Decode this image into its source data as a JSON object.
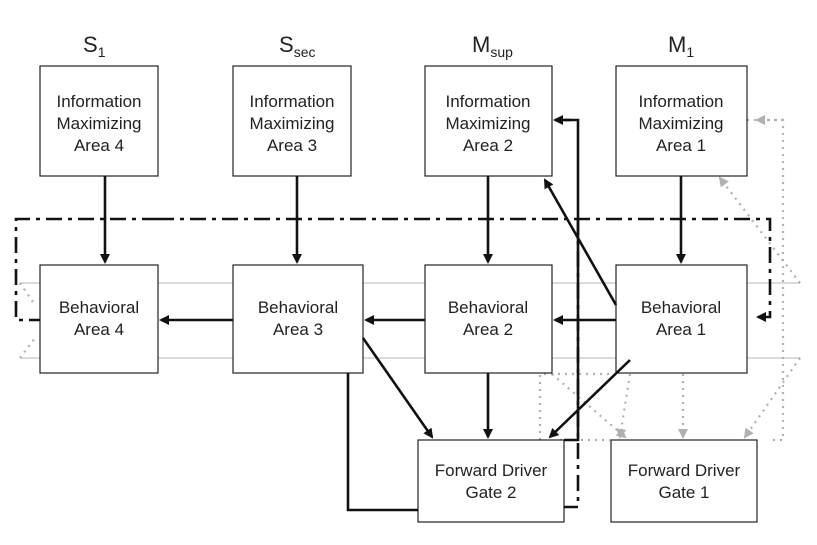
{
  "columns": [
    {
      "main": "S",
      "sub": "1"
    },
    {
      "main": "S",
      "sub": "sec"
    },
    {
      "main": "M",
      "sub": "sup"
    },
    {
      "main": "M",
      "sub": "1"
    }
  ],
  "info_boxes": [
    {
      "lines": [
        "Information",
        "Maximizing",
        "Area 4"
      ]
    },
    {
      "lines": [
        "Information",
        "Maximizing",
        "Area 3"
      ]
    },
    {
      "lines": [
        "Information",
        "Maximizing",
        "Area 2"
      ]
    },
    {
      "lines": [
        "Information",
        "Maximizing",
        "Area 1"
      ]
    }
  ],
  "behavioral_boxes": [
    {
      "lines": [
        "Behavioral",
        "Area 4"
      ]
    },
    {
      "lines": [
        "Behavioral",
        "Area 3"
      ]
    },
    {
      "lines": [
        "Behavioral",
        "Area 2"
      ]
    },
    {
      "lines": [
        "Behavioral",
        "Area 1"
      ]
    }
  ],
  "gate_boxes": [
    {
      "lines": [
        "Forward Driver",
        "Gate 2"
      ]
    },
    {
      "lines": [
        "Forward Driver",
        "Gate 1"
      ]
    }
  ],
  "colors": {
    "box_stroke": "#222222",
    "solid_arrow": "#111111",
    "dotted_arrow": "#b0b0b0",
    "rail": "#cfcfcf"
  }
}
